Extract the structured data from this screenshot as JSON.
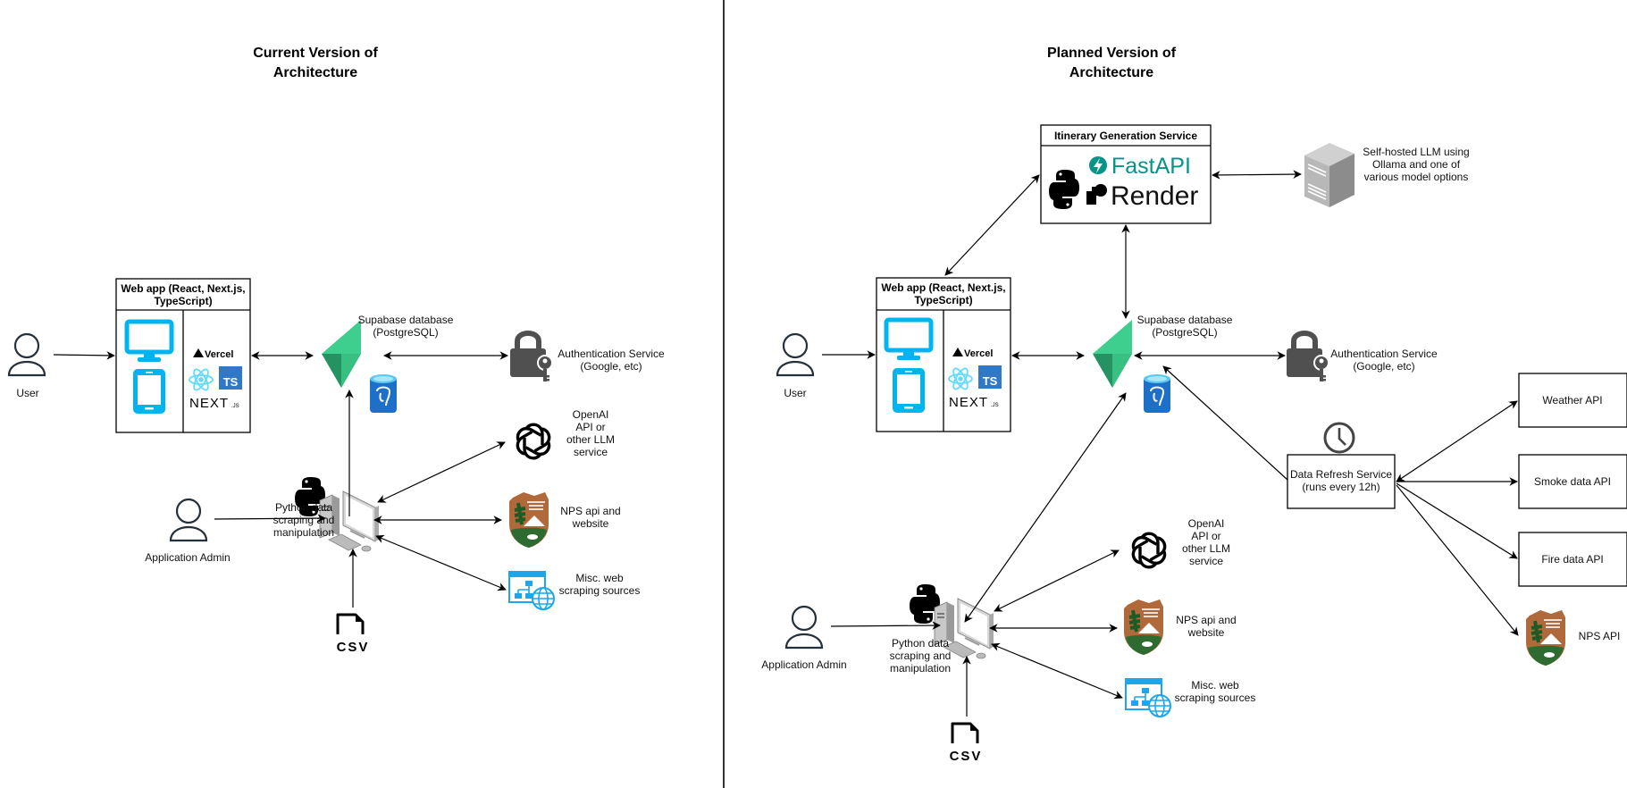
{
  "current": {
    "title": [
      "Current Version of",
      "Architecture"
    ],
    "user_label": "User",
    "admin_label": "Application Admin",
    "webapp": {
      "header": [
        "Web app (React, Next.js,",
        "TypeScript)"
      ],
      "vercel": "Vercel",
      "ts": "TS",
      "next": "NEXT",
      "next_suffix": ".JS"
    },
    "supabase_label": [
      "Supabase database",
      "(PostgreSQL)"
    ],
    "auth_label": [
      "Authentication Service",
      "(Google, etc)"
    ],
    "openai_label": [
      "OpenAI",
      "API or",
      "other LLM",
      "service"
    ],
    "nps_label": [
      "NPS api and",
      "website"
    ],
    "misc_label": [
      "Misc. web",
      "scraping sources"
    ],
    "python_label": [
      "Python data",
      "scraping and",
      "manipulation"
    ],
    "csv_label": "CSV"
  },
  "planned": {
    "title": [
      "Planned Version of",
      "Architecture"
    ],
    "user_label": "User",
    "admin_label": "Application Admin",
    "webapp": {
      "header": [
        "Web app (React, Next.js,",
        "TypeScript)"
      ],
      "vercel": "Vercel",
      "ts": "TS",
      "next": "NEXT",
      "next_suffix": ".JS"
    },
    "itinerary": {
      "header": "Itinerary Generation Service",
      "fastapi": "FastAPI",
      "render": "Render"
    },
    "llm_label": [
      "Self-hosted LLM using",
      "Ollama and one of",
      "various model options"
    ],
    "supabase_label": [
      "Supabase database",
      "(PostgreSQL)"
    ],
    "auth_label": [
      "Authentication Service",
      "(Google, etc)"
    ],
    "refresh_label": [
      "Data Refresh Service",
      "(runs every 12h)"
    ],
    "weather_label": "Weather API",
    "smoke_label": "Smoke data API",
    "fire_label": "Fire data API",
    "nps_api_label": "NPS API",
    "openai_label": [
      "OpenAI",
      "API or",
      "other LLM",
      "service"
    ],
    "nps_label": [
      "NPS api and",
      "website"
    ],
    "misc_label": [
      "Misc. web",
      "scraping sources"
    ],
    "python_label": [
      "Python data",
      "scraping and",
      "manipulation"
    ],
    "csv_label": "CSV"
  },
  "colors": {
    "device_blue": "#00B4F0",
    "supabase_green": "#3ECF8E",
    "supabase_dark": "#249361",
    "postgres_blue": "#1E6FC8",
    "lock_gray": "#505050",
    "fastapi_teal": "#059487",
    "ts_blue": "#3178C6",
    "react_cyan": "#61DAFB",
    "nps_brown": "#B0693A",
    "nps_green": "#2E6B30",
    "misc_blue": "#1CA7EC"
  }
}
